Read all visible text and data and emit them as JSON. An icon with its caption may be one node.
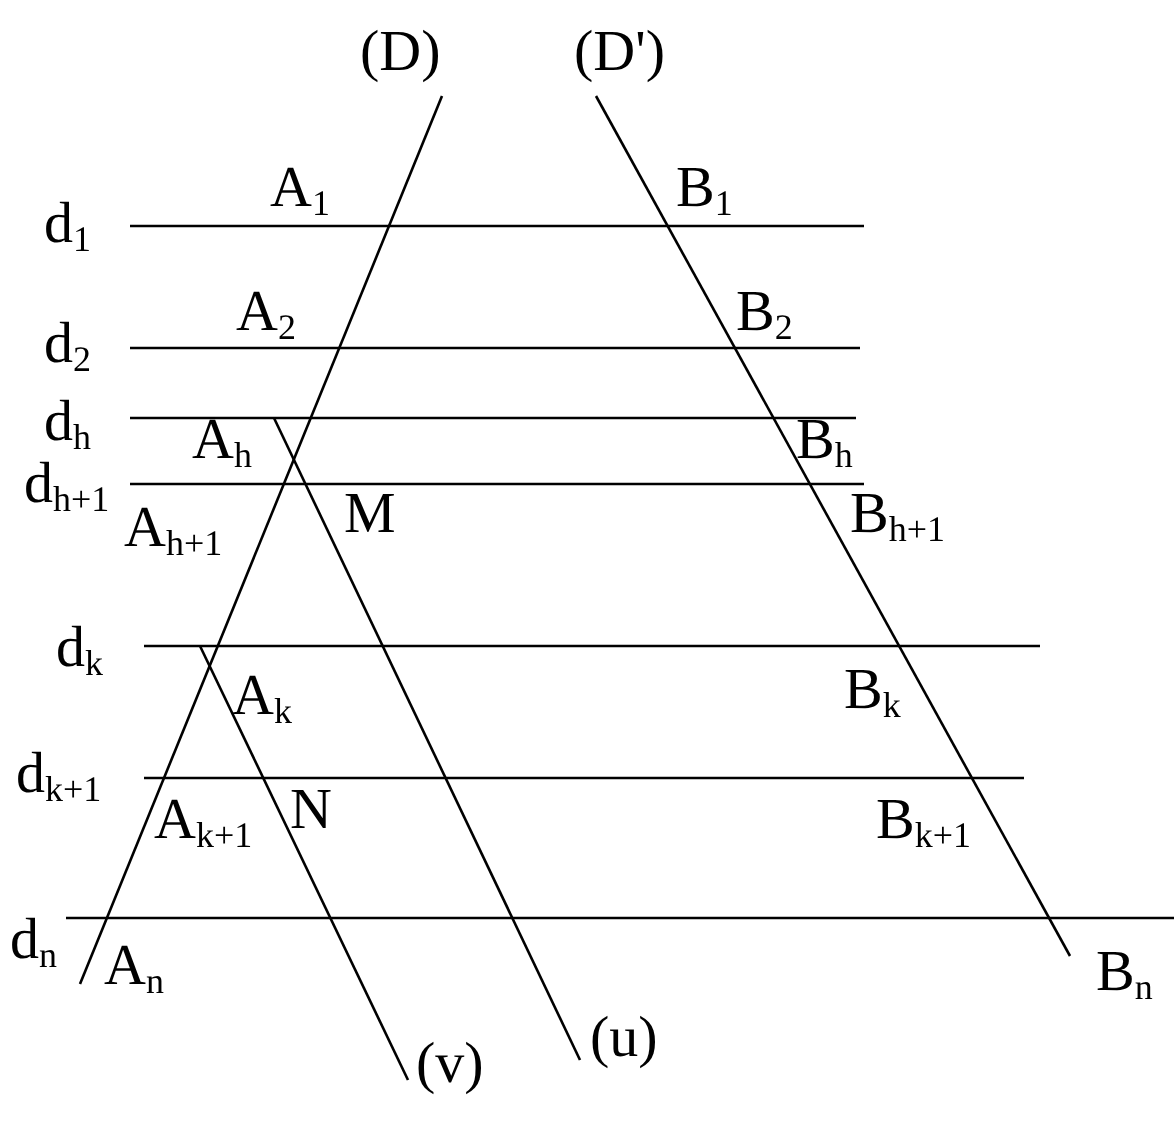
{
  "diagram": {
    "labels": [
      "(D)",
      "(D')",
      "d$_{1}$",
      "A$_{1}$",
      "B$_{1}$",
      "d$_{2}$",
      "A$_{2}$",
      "B$_{2}$",
      "d$_{h}$",
      "A$_{h}$",
      "B$_{h}$",
      "d$_{h+1}$",
      "A$_{h+1}$",
      "M",
      "B$_{h+1}$",
      "d$_{k}$",
      "A$_{k}$",
      "B$_{k}$",
      "d$_{k+1}$",
      "A$_{k+1}$",
      "N",
      "B$_{k+1}$",
      "d$_{n}$",
      "A$_{n}$",
      "B$_{n}$",
      "(u)",
      "(v)"
    ]
  }
}
